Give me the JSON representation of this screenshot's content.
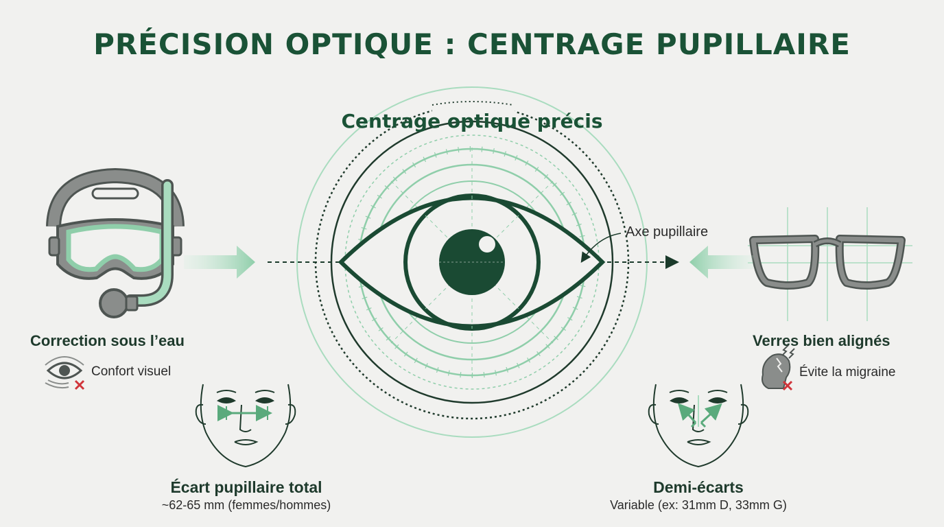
{
  "title": "PRÉCISION OPTIQUE : CENTRAGE PUPILLAIRE",
  "center": {
    "heading": "Centrage optique précis",
    "axis_label": "Axe pupillaire"
  },
  "left": {
    "heading": "Correction sous l’eau",
    "benefit": "Confort visuel"
  },
  "right": {
    "heading": "Verres bien alignés",
    "benefit": "Évite la migraine"
  },
  "bottom_left": {
    "heading": "Écart pupillaire total",
    "detail": "~62-65 mm (femmes/hommes)"
  },
  "bottom_right": {
    "heading": "Demi-écarts",
    "detail": "Variable (ex: 31mm D, 33mm G)"
  },
  "colors": {
    "dark_green": "#1a5236",
    "light_green": "#8fceaa",
    "gray": "#8a8d8b",
    "red": "#d0343a"
  },
  "icons": [
    "diving-mask-icon",
    "snorkel-icon",
    "eyeglasses-icon",
    "eye-icon",
    "face-icon",
    "headache-icon",
    "blurry-eye-icon",
    "cross-mark-icon",
    "arrow-icon"
  ]
}
